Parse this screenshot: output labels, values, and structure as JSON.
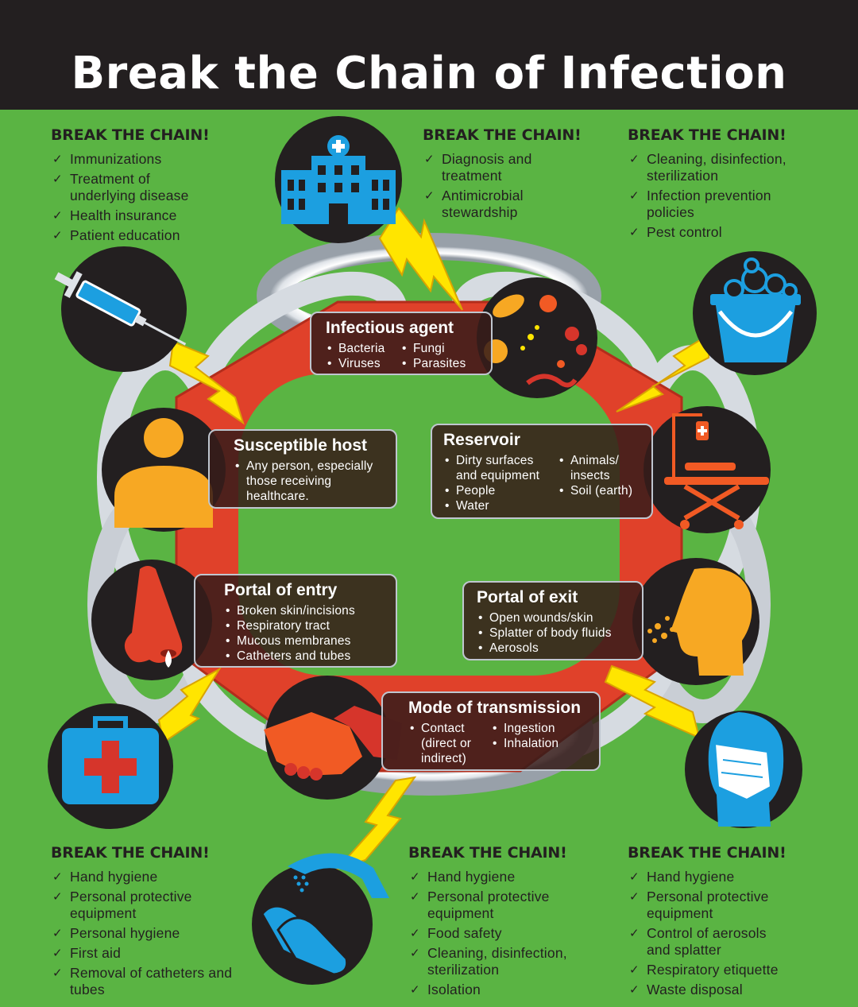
{
  "title": "Break the Chain of Infection",
  "colors": {
    "background": "#5ab443",
    "header": "#231f20",
    "ring": "#e0412a",
    "chain": "#dfe3e8",
    "lightning": "#ffe500",
    "icon_blue": "#1c9fe0",
    "icon_orange": "#f7a823",
    "icon_red": "#d6352b"
  },
  "break_chain_blocks": [
    {
      "heading": "BREAK THE CHAIN!",
      "items": [
        "Immunizations",
        "Treatment of underlying disease",
        "Health insurance",
        "Patient education"
      ]
    },
    {
      "heading": "BREAK THE CHAIN!",
      "items": [
        "Diagnosis and treatment",
        "Antimicrobial stewardship"
      ]
    },
    {
      "heading": "BREAK THE CHAIN!",
      "items": [
        "Cleaning, disinfection, sterilization",
        "Infection prevention policies",
        "Pest control"
      ]
    },
    {
      "heading": "BREAK THE CHAIN!",
      "items": [
        "Hand hygiene",
        "Personal protective equipment",
        "Personal hygiene",
        "First aid",
        "Removal of catheters and tubes"
      ]
    },
    {
      "heading": "BREAK THE CHAIN!",
      "items": [
        "Hand hygiene",
        "Personal protective equipment",
        "Food safety",
        "Cleaning, disinfection, sterilization",
        "Isolation"
      ]
    },
    {
      "heading": "BREAK THE CHAIN!",
      "items": [
        "Hand hygiene",
        "Personal protective equipment",
        "Control of aerosols and splatter",
        "Respiratory etiquette",
        "Waste disposal"
      ]
    }
  ],
  "links": {
    "infectious_agent": {
      "title": "Infectious agent",
      "col1": [
        "Bacteria",
        "Viruses"
      ],
      "col2": [
        "Fungi",
        "Parasites"
      ]
    },
    "reservoir": {
      "title": "Reservoir",
      "col1": [
        "Dirty surfaces and equipment",
        "People",
        "Water"
      ],
      "col2": [
        "Animals/ insects",
        "Soil (earth)"
      ]
    },
    "portal_of_exit": {
      "title": "Portal of exit",
      "col1": [
        "Open wounds/skin",
        "Splatter of body fluids",
        "Aerosols"
      ]
    },
    "mode_of_transmission": {
      "title": "Mode of transmission",
      "col1": [
        "Contact (direct or indirect)"
      ],
      "col2": [
        "Ingestion",
        "Inhalation"
      ]
    },
    "portal_of_entry": {
      "title": "Portal of entry",
      "col1": [
        "Broken skin/incisions",
        "Respiratory tract",
        "Mucous membranes",
        "Catheters and tubes"
      ]
    },
    "susceptible_host": {
      "title": "Susceptible host",
      "col1": [
        "Any person, especially those receiving healthcare."
      ]
    }
  },
  "icons": {
    "hospital": "hospital-icon",
    "syringe": "syringe-icon",
    "germs": "germs-icon",
    "bucket": "bucket-icon",
    "person": "person-icon",
    "stretcher": "stretcher-icon",
    "nose": "nose-icon",
    "cough": "cough-icon",
    "first_aid": "first-aid-kit-icon",
    "handshake": "handshake-icon",
    "mask": "face-mask-icon",
    "handwash": "handwashing-icon"
  }
}
